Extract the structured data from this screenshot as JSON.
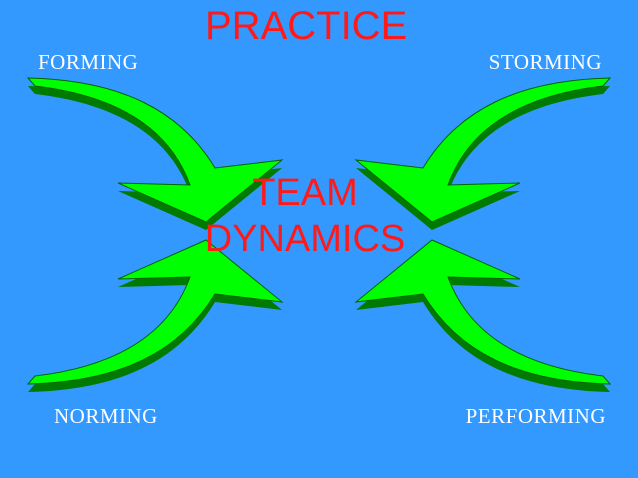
{
  "slide": {
    "title": "PRACTICE",
    "center_line1": "TEAM",
    "center_line2": "DYNAMICS"
  },
  "stages": {
    "top_left": "FORMING",
    "top_right": "STORMING",
    "bottom_left": "NORMING",
    "bottom_right": "PERFORMING"
  },
  "colors": {
    "background": "#3399ff",
    "arrow_face": "#00ff00",
    "arrow_side": "#007a00",
    "title_text": "#ff1a1a",
    "label_text": "#ffffff"
  },
  "icons": [
    "curved-arrow-icon",
    "curved-arrow-icon",
    "curved-arrow-icon",
    "curved-arrow-icon"
  ]
}
